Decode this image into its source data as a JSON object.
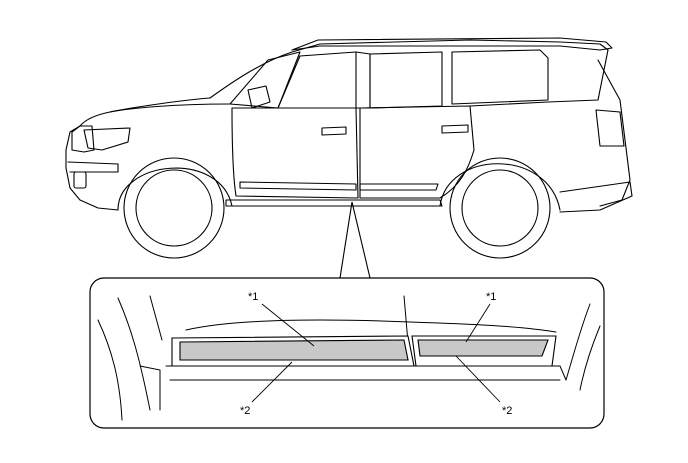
{
  "callouts": {
    "front_moulding_upper": "*1",
    "rear_moulding_upper": "*1",
    "front_moulding_lower": "*2",
    "rear_moulding_lower": "*2"
  },
  "colors": {
    "line": "#000000",
    "background": "#ffffff",
    "moulding_fill": "#c8c8c8"
  }
}
